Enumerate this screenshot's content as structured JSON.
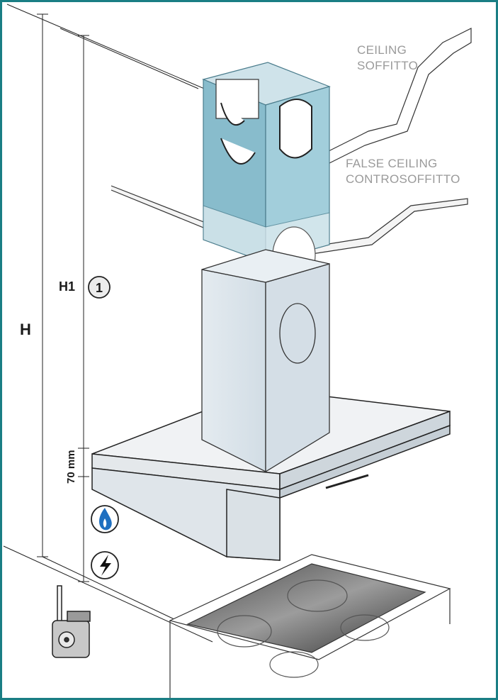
{
  "labels": {
    "ceiling_en": "CEILING",
    "ceiling_it": "SOFFITTO",
    "false_ceiling_en": "FALSE CEILING",
    "false_ceiling_it": "CONTROSOFFITTO",
    "dim_h": "H",
    "dim_h1": "H1",
    "dim_70": "70 mm",
    "marker_number": "1"
  },
  "icons": {
    "gas": "gas-flame-icon",
    "electric": "electric-bolt-icon",
    "tape": "tape-measure-icon"
  },
  "colors": {
    "border": "#1a7e84",
    "duct_blue": "#8cbfcf",
    "hood_pale": "#dde6ed",
    "flame_blue": "#1e6fc0"
  }
}
